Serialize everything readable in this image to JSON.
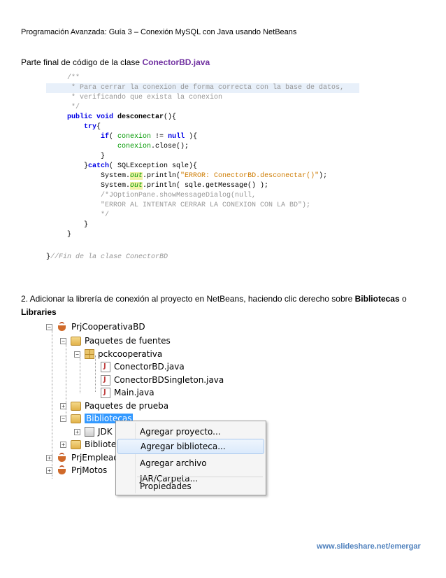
{
  "header": {
    "text": "Programación Avanzada: Guía 3 – Conexión MySQL con Java usando NetBeans"
  },
  "intro": {
    "text": "Parte final de código de la clase ",
    "classname": "ConectorBD.java"
  },
  "code": {
    "l01": "/**",
    "l02": " * Para cerrar la conexion de forma correcta con la base de datos,",
    "l03": " * verificando que exista la conexion",
    "l04": " */",
    "l05_kw": "public void ",
    "l05_m": "desconectar",
    "l05_rest": "(){",
    "l06_kw": "try",
    "l06_rest": "{",
    "l07_kw": "if",
    "l07_a": "( ",
    "l07_f": "conexion",
    "l07_b": " != ",
    "l07_kw2": "null",
    "l07_c": " ){",
    "l08_f": "conexion",
    "l08_rest": ".close();",
    "l09": "}",
    "l10_a": "}",
    "l10_kw": "catch",
    "l10_rest": "( SQLException sqle){",
    "l11_a": "System.",
    "l11_out": "out",
    "l11_b": ".println(",
    "l11_str": "\"ERROR: ConectorBD.desconectar()\"",
    "l11_c": ");",
    "l12_a": "System.",
    "l12_out": "out",
    "l12_b": ".println( sqle.getMessage() );",
    "l13": "/*JOptionPane.showMessageDialog(null,",
    "l14": "\"ERROR AL INTENTAR CERRAR LA CONEXION CON LA BD\");",
    "l15": "*/",
    "l16": "}",
    "l17": "}",
    "l18_a": "}",
    "l18_c": "//Fin de la clase ConectorBD"
  },
  "step2": {
    "text1": "2. Adicionar la librería de conexión al proyecto en NetBeans, haciendo clic derecho sobre ",
    "bold1": "Bibliotecas",
    "text2": " o ",
    "bold2": "Libraries"
  },
  "tree": {
    "project": "PrjCooperativaBD",
    "sources": "Paquetes de fuentes",
    "package": "pckcooperativa",
    "file1": "ConectorBD.java",
    "file2": "ConectorBDSingleton.java",
    "file3": "Main.java",
    "tests": "Paquetes de prueba",
    "libraries": "Bibliotecas",
    "jdk": "JDK",
    "libs2": "Bibliote",
    "prj2": "PrjEmplead",
    "prj3": "PrjMotos"
  },
  "menu": {
    "item1": "Agregar proyecto...",
    "item2": "Agregar biblioteca...",
    "item3": "Agregar archivo JAR/Carpeta...",
    "item4": "Propiedades"
  },
  "footer": {
    "text": "www.slideshare.net/emergar"
  },
  "colors": {
    "classname": "#7030a0",
    "footer": "#4f81bd",
    "keyword": "#0000e6",
    "comment": "#969696",
    "string": "#ce7b00",
    "field": "#009900"
  }
}
